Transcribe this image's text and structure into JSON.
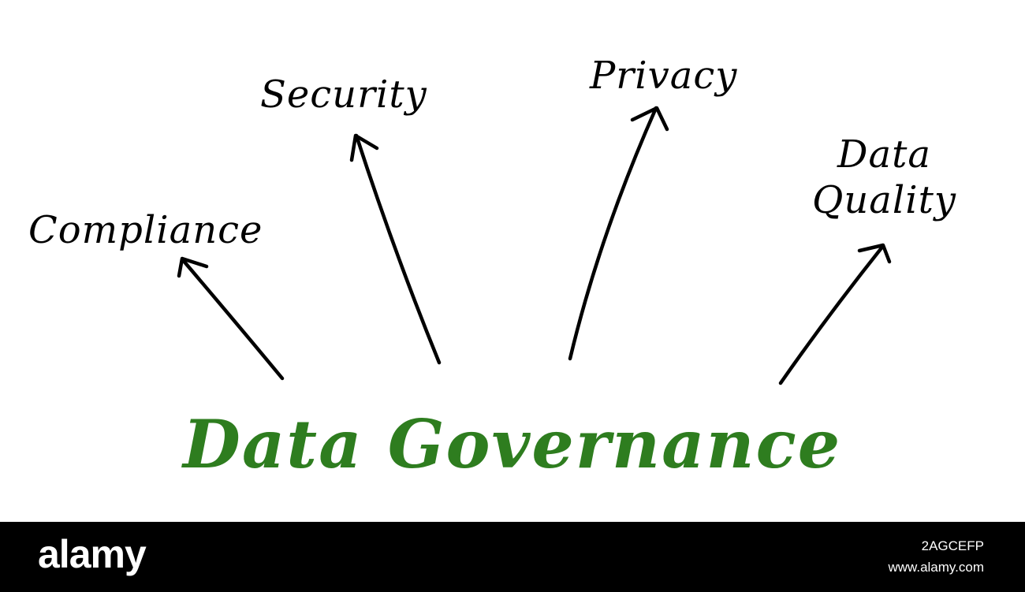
{
  "diagram": {
    "title": "Data Governance",
    "title_color": "#2e7d1f",
    "branches": [
      {
        "id": "compliance",
        "label": "Compliance"
      },
      {
        "id": "security",
        "label": "Security"
      },
      {
        "id": "privacy",
        "label": "Privacy"
      },
      {
        "id": "data-quality",
        "label_line1": "Data",
        "label_line2": "Quality"
      }
    ]
  },
  "footer": {
    "brand": "alamy",
    "image_id": "2AGCEFP",
    "url": "www.alamy.com"
  }
}
